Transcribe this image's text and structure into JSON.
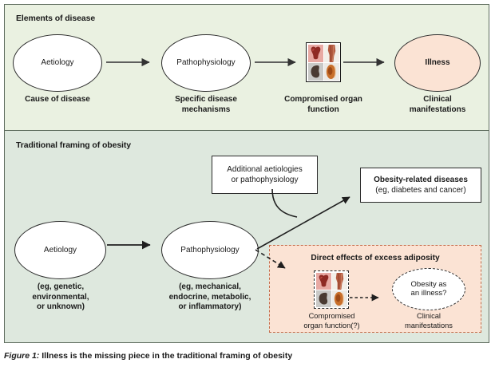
{
  "figure": {
    "caption_prefix": "Figure 1:",
    "caption_text": " Illness is the missing piece in the traditional framing of obesity"
  },
  "colors": {
    "panel_top_bg": "#eaf1e1",
    "panel_bottom_bg": "#dee8de",
    "frame_border": "#5d6b5d",
    "illness_fill": "#fbe3d4",
    "pink_region_fill": "#fbe3d4",
    "pink_region_border": "#c46c4a",
    "arrow": "#333333",
    "text": "#1a1a1a"
  },
  "panels": {
    "top": {
      "title": "Elements of disease",
      "nodes": {
        "aetiology": {
          "label": "Aetiology",
          "caption": "Cause of disease"
        },
        "pathophysiology": {
          "label": "Pathophysiology",
          "caption_line1": "Specific disease",
          "caption_line2": "mechanisms"
        },
        "organ": {
          "caption_line1": "Compromised organ",
          "caption_line2": "function"
        },
        "illness": {
          "label": "Illness",
          "caption_line1": "Clinical",
          "caption_line2": "manifestations"
        }
      }
    },
    "bottom": {
      "title": "Traditional framing of obesity",
      "nodes": {
        "aetiology": {
          "label": "Aetiology",
          "caption_line1": "(eg, genetic,",
          "caption_line2": "environmental,",
          "caption_line3": "or unknown)"
        },
        "pathophysiology": {
          "label": "Pathophysiology",
          "caption_line1": "(eg, mechanical,",
          "caption_line2": "endocrine, metabolic,",
          "caption_line3": "or inflammatory)"
        },
        "additional_box": {
          "line1": "Additional aetiologies",
          "line2": "or pathophysiology"
        },
        "obesity_related_box": {
          "line1": "Obesity-related diseases",
          "line2": "(eg, diabetes and cancer)"
        },
        "pink_region": {
          "title": "Direct effects of excess adiposity",
          "organ_caption_line1": "Compromised",
          "organ_caption_line2": "organ function(?)",
          "illness_line1": "Obesity as",
          "illness_line2": "an illness?",
          "illness_caption_line1": "Clinical",
          "illness_caption_line2": "manifestations"
        }
      }
    }
  },
  "icons": {
    "organ_heart": "heart-organ-icon",
    "organ_muscle": "muscle-limb-organ-icon",
    "organ_kidney": "kidney-organ-icon",
    "organ_liver": "liver-organ-icon"
  }
}
